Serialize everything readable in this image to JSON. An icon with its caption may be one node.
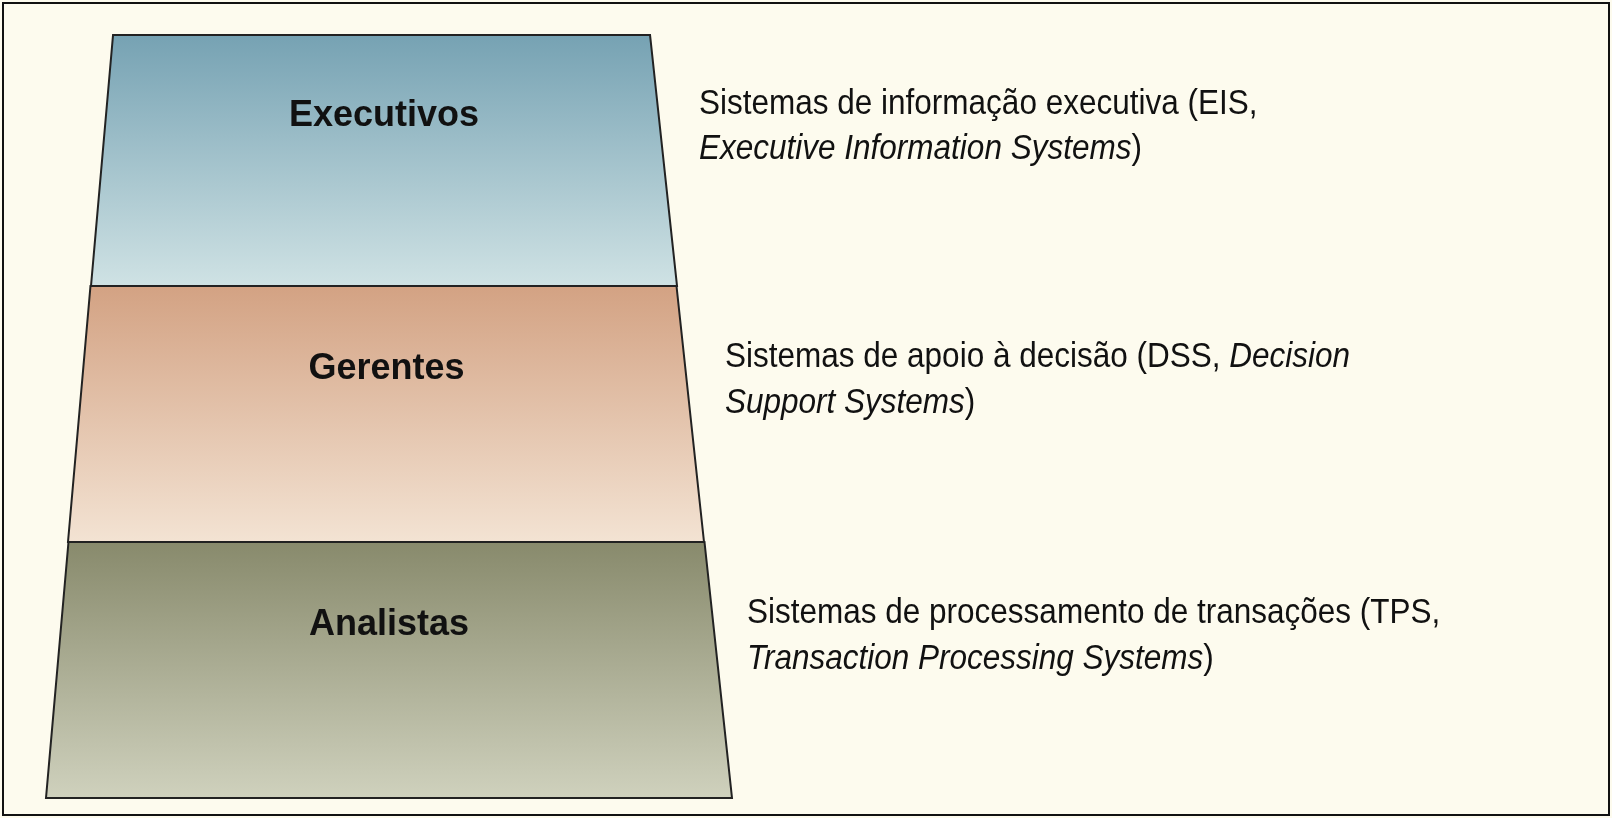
{
  "diagram": {
    "nodes": [
      {
        "text": [
          "Executivos"
        ],
        "beside": [
          "Sistemas de informação executiva (EIS, *Executive Information Systems*)"
        ]
      },
      {
        "text": [
          "Gerentes"
        ],
        "beside": [
          "Sistemas de apoio à decisão (DSS, *Decision Support Systems*)"
        ]
      },
      {
        "text": [
          "Analistas"
        ],
        "beside": [
          "Sistemas de processamento de transações (TPS, *Transaction Processing Systems*)"
        ]
      }
    ]
  }
}
